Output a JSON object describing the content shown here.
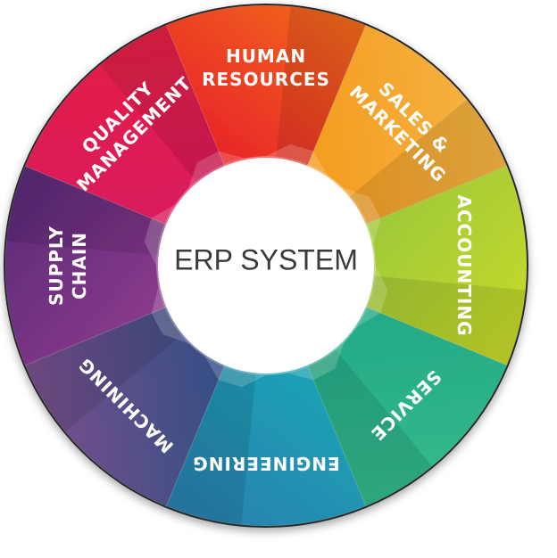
{
  "center": {
    "title": "ERP SYSTEM"
  },
  "segments": [
    {
      "key": "human-resources",
      "lines": [
        "HUMAN",
        "RESOURCES"
      ],
      "color": "#e8202a",
      "color2": "#f26a1b"
    },
    {
      "key": "sales-marketing",
      "lines": [
        "SALES &",
        "MARKETING"
      ],
      "color": "#f39a1d",
      "color2": "#f6b545"
    },
    {
      "key": "accounting",
      "lines": [
        "ACCOUNTING"
      ],
      "color": "#9cc83a",
      "color2": "#c7da2a"
    },
    {
      "key": "service",
      "lines": [
        "SERVICE"
      ],
      "color": "#22a987",
      "color2": "#35b98b"
    },
    {
      "key": "engineering",
      "lines": [
        "ENGINEERING"
      ],
      "color": "#1aa4b4",
      "color2": "#2b7fb0"
    },
    {
      "key": "machining",
      "lines": [
        "MACHINING"
      ],
      "color": "#2f4f84",
      "color2": "#7a4f8c"
    },
    {
      "key": "supply-chain",
      "lines": [
        "SUPPLY",
        "CHAIN"
      ],
      "color": "#8e3b8d",
      "color2": "#5a2a78"
    },
    {
      "key": "quality-management",
      "lines": [
        "QUALITY",
        "MANAGEMENT"
      ],
      "color": "#d81b60",
      "color2": "#e51e45"
    }
  ]
}
